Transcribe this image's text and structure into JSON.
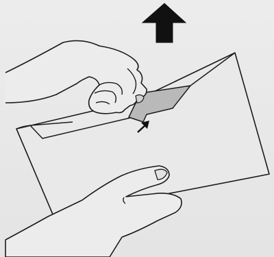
{
  "figure": {
    "kind": "instruction-illustration",
    "depicts": "opening-envelope-flap",
    "direction": "up",
    "colors": {
      "background": "#e7e7e7",
      "line": "#1a1a1a",
      "flap_fill": "#b9b9b9",
      "paper": "#e9e9e9",
      "arrow": "#111111"
    }
  }
}
